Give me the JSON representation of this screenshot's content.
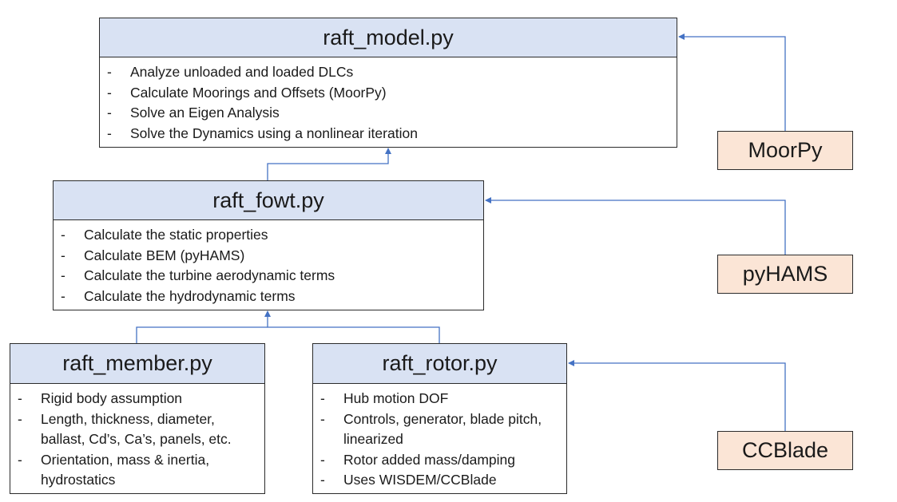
{
  "modules": {
    "model": {
      "title": "raft_model.py",
      "items": [
        "Analyze unloaded and loaded DLCs",
        "Calculate Moorings and Offsets (MoorPy)",
        "Solve an Eigen Analysis",
        "Solve the Dynamics using a nonlinear iteration"
      ]
    },
    "fowt": {
      "title": "raft_fowt.py",
      "items": [
        "Calculate the static properties",
        "Calculate BEM (pyHAMS)",
        "Calculate the turbine aerodynamic terms",
        "Calculate the hydrodynamic terms"
      ]
    },
    "member": {
      "title": "raft_member.py",
      "items": [
        "Rigid body assumption",
        "Length, thickness, diameter, ballast, Cd’s, Ca’s, panels, etc.",
        "Orientation, mass & inertia, hydrostatics"
      ]
    },
    "rotor": {
      "title": "raft_rotor.py",
      "items": [
        "Hub motion DOF",
        "Controls, generator, blade pitch, linearized",
        "Rotor added mass/damping",
        "Uses WISDEM/CCBlade"
      ]
    }
  },
  "bullet_char": "-",
  "libraries": {
    "moorpy": "MoorPy",
    "pyhams": "pyHAMS",
    "ccblade": "CCBlade"
  },
  "colors": {
    "header_fill": "#d9e2f3",
    "library_fill": "#fbe5d6",
    "connector": "#4472c4"
  }
}
